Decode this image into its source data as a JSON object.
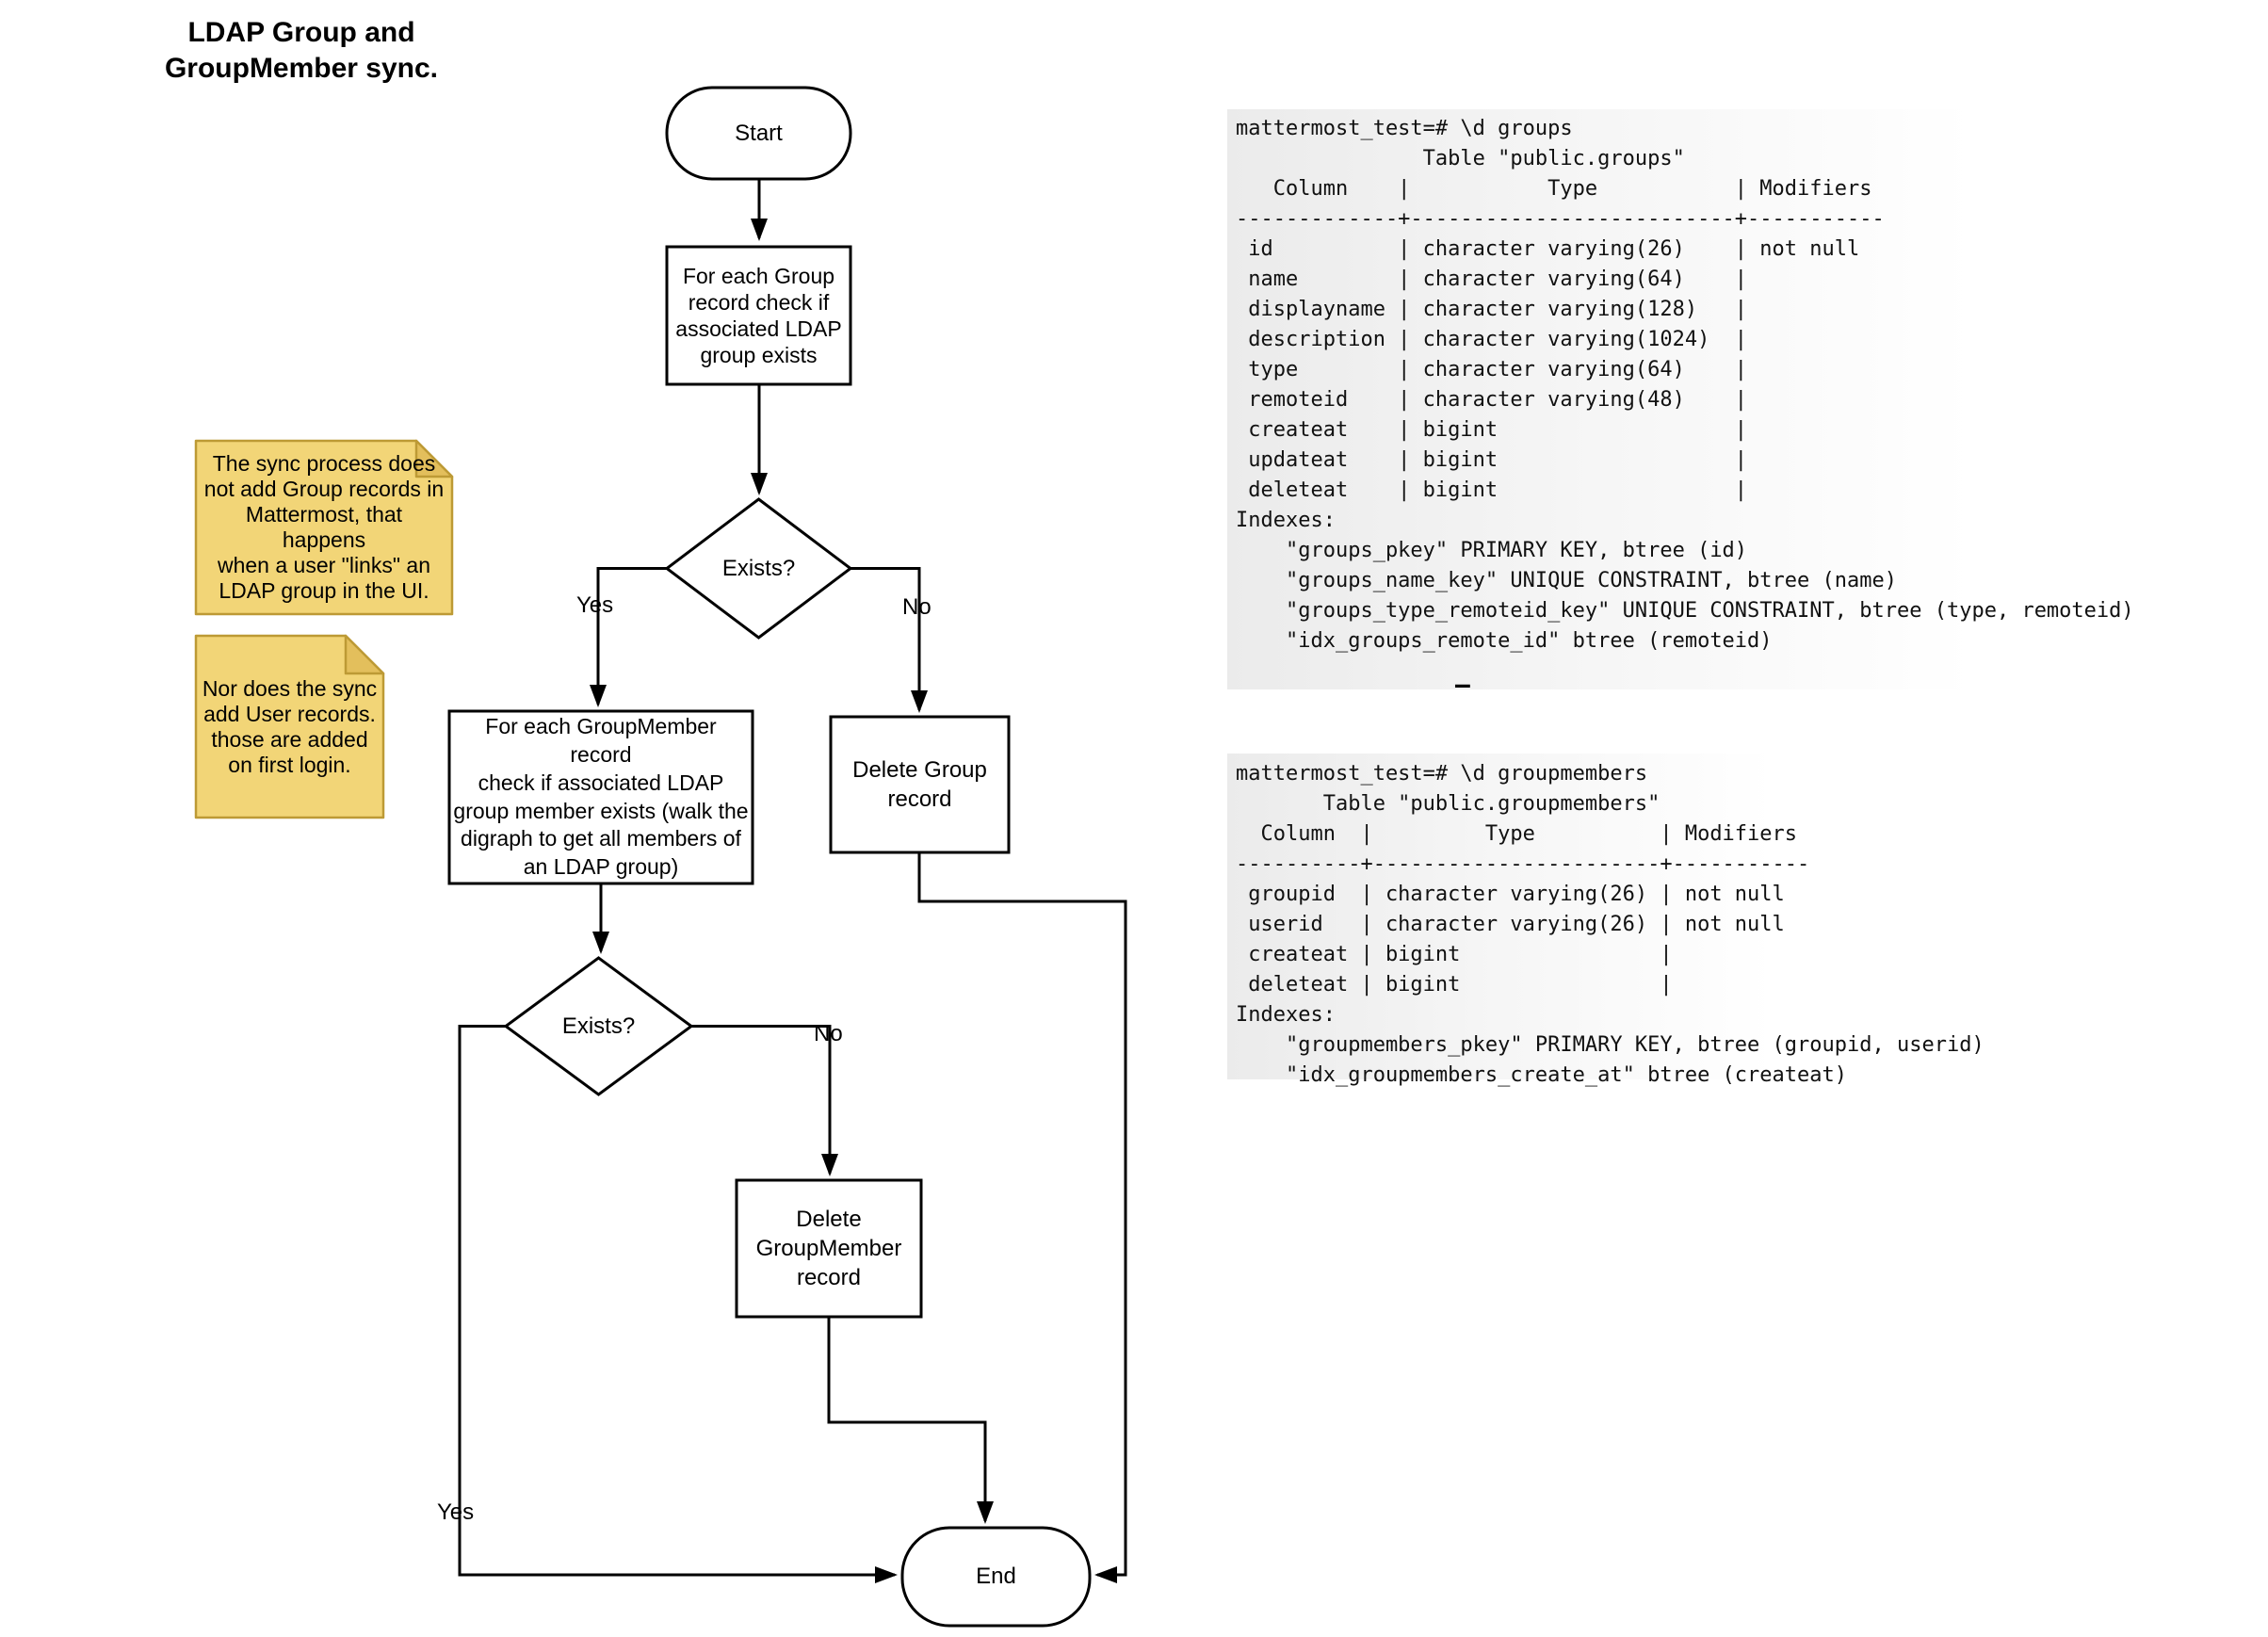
{
  "title": "LDAP Group and\nGroupMember sync.",
  "flowchart": {
    "start_label": "Start",
    "check_group_label": "For each Group\nrecord check if\nassociated LDAP\ngroup exists",
    "exists1_label": "Exists?",
    "yes1_label": "Yes",
    "no1_label": "No",
    "check_groupmember_label": "For each GroupMember record\ncheck if associated LDAP\ngroup member exists (walk the\ndigraph to get all members of\nan LDAP group)",
    "delete_group_label": "Delete Group\nrecord",
    "exists2_label": "Exists?",
    "yes2_label": "Yes",
    "no2_label": "No",
    "delete_groupmember_label": "Delete\nGroupMember\nrecord",
    "end_label": "End"
  },
  "notes": [
    {
      "text": "The sync process does\nnot add Group records in\nMattermost, that happens\nwhen a user \"links\" an\nLDAP group in the UI."
    },
    {
      "text": "Nor does the sync\nadd User records.\nthose are added\non first login."
    }
  ],
  "terminals": [
    {
      "lines": [
        "mattermost_test=# \\d groups",
        "               Table \"public.groups\"",
        "   Column    |           Type           | Modifiers",
        "-------------+--------------------------+-----------",
        " id          | character varying(26)    | not null",
        " name        | character varying(64)    |",
        " displayname | character varying(128)   |",
        " description | character varying(1024)  |",
        " type        | character varying(64)    |",
        " remoteid    | character varying(48)    |",
        " createat    | bigint                   |",
        " updateat    | bigint                   |",
        " deleteat    | bigint                   |",
        "Indexes:",
        "    \"groups_pkey\" PRIMARY KEY, btree (id)",
        "    \"groups_name_key\" UNIQUE CONSTRAINT, btree (name)",
        "    \"groups_type_remoteid_key\" UNIQUE CONSTRAINT, btree (type, remoteid)",
        "    \"idx_groups_remote_id\" btree (remoteid)"
      ]
    },
    {
      "lines": [
        "mattermost_test=# \\d groupmembers",
        "       Table \"public.groupmembers\"",
        "  Column  |         Type          | Modifiers",
        "----------+-----------------------+-----------",
        " groupid  | character varying(26) | not null",
        " userid   | character varying(26) | not null",
        " createat | bigint                |",
        " deleteat | bigint                |",
        "Indexes:",
        "    \"groupmembers_pkey\" PRIMARY KEY, btree (groupid, userid)",
        "    \"idx_groupmembers_create_at\" btree (createat)"
      ]
    }
  ],
  "stray_dash": "–",
  "colors": {
    "note_fill": "#F2D577",
    "note_fold": "#E3BF5C",
    "note_border": "#BD9A35",
    "line": "#000000",
    "terminal_bg": "#EBEBEB"
  }
}
